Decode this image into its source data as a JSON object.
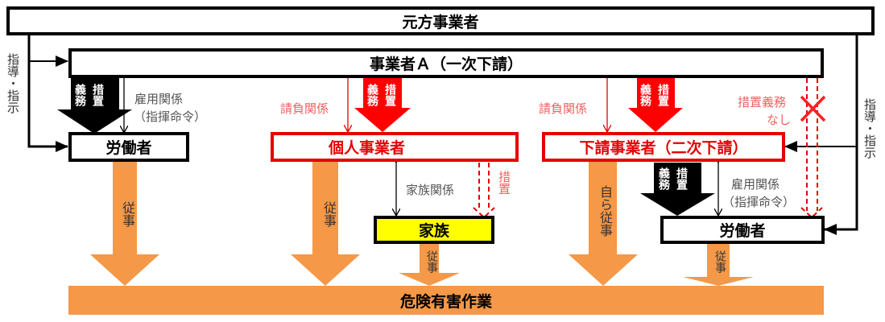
{
  "nodes": {
    "prime_contractor": "元方事業者",
    "contractor_a": "事業者Ａ（一次下請）",
    "worker_left": "労働者",
    "individual_business": "個人事業者",
    "subcontractor": "下請事業者（二次下請）",
    "family": "家族",
    "worker_right": "労働者",
    "hazardous_work": "危険有害作業"
  },
  "labels": {
    "guidance_left": "指導・指示",
    "guidance_right": "指導・指示",
    "employment_left_1": "雇用関係",
    "employment_left_2": "（指揮命令）",
    "employment_right_1": "雇用関係",
    "employment_right_2": "（指揮命令）",
    "contract_1": "請負関係",
    "contract_2": "請負関係",
    "family_relation": "家族関係",
    "measure": "措置",
    "no_obligation_1": "措置義務",
    "no_obligation_2": "なし",
    "duty_a": "義務",
    "duty_b": "措置",
    "engage": "従事",
    "engage_self": "自ら従事"
  },
  "colors": {
    "red": "#e60000",
    "light_red": "#f06060",
    "orange": "#f59847",
    "yellow": "#ffff00",
    "black": "#000000",
    "gray_text": "#555555"
  }
}
